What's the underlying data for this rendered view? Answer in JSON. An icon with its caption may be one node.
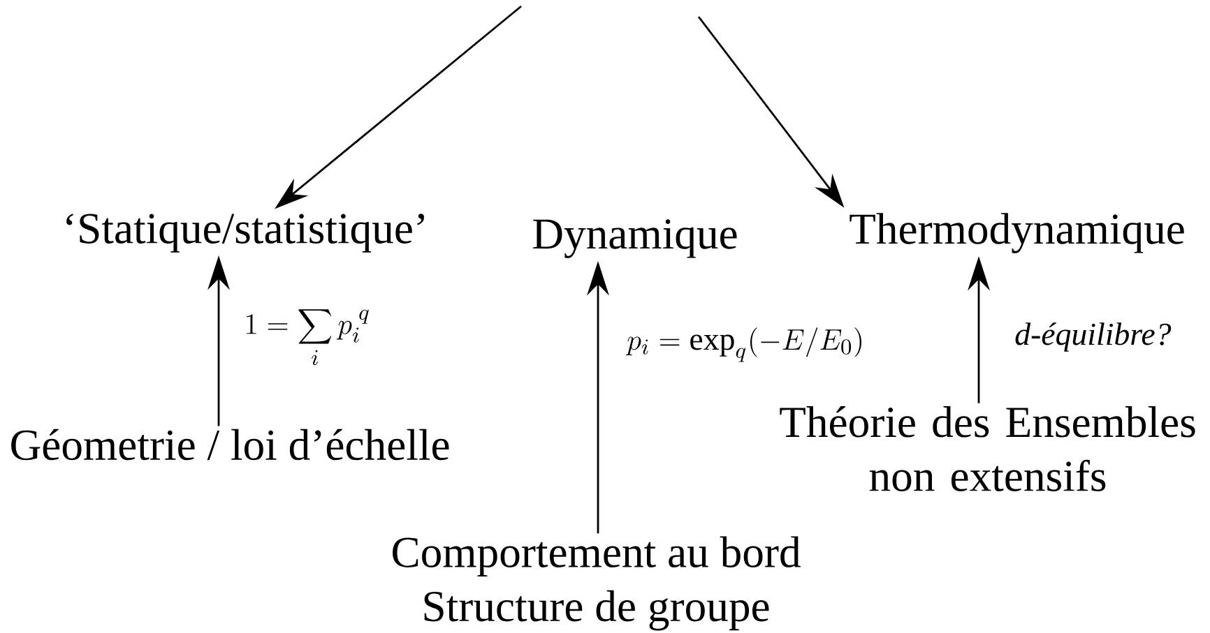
{
  "diagram": {
    "nodes": [
      {
        "text": [
          "‘Statique/statistique’"
        ]
      },
      {
        "text": [
          "Dynamique"
        ]
      },
      {
        "text": [
          "Thermodynamique"
        ]
      },
      {
        "text": [
          "Géometrie / loi d’échelle"
        ]
      },
      {
        "text": [
          "Comportement au bord",
          "Structure de groupe"
        ]
      },
      {
        "text": [
          "Théorie des Ensembles non extensifs"
        ]
      }
    ],
    "edges": [
      {
        "from": null,
        "to": 0,
        "arrow": "to"
      },
      {
        "from": null,
        "to": 2,
        "arrow": "to"
      },
      {
        "from": 3,
        "to": 0,
        "arrow": "to",
        "label": "1=\\sum_{i} p_{i}^{\\;q}"
      },
      {
        "from": 4,
        "to": 1,
        "arrow": "to",
        "label": "p_{i}=\\exp_{q}(-E/E_{0})"
      },
      {
        "from": 5,
        "to": 2,
        "arrow": "to",
        "label": "d-équilibre?"
      }
    ]
  }
}
